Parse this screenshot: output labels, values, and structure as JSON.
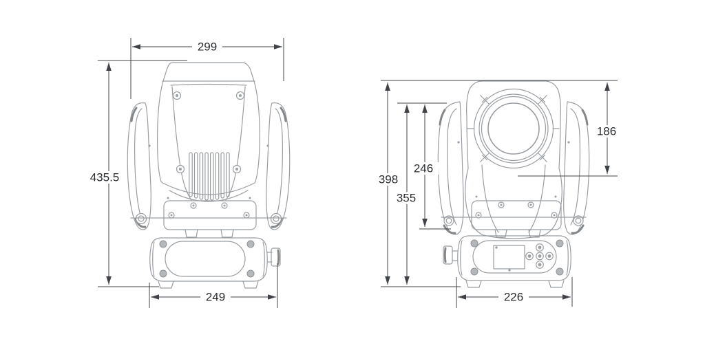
{
  "rear_view": {
    "dims": {
      "overall_width": "299",
      "overall_height": "435.5",
      "base_width": "249"
    }
  },
  "front_view": {
    "dims": {
      "overall_height": "398",
      "body_height": "355",
      "yoke_height": "246",
      "head_height": "186",
      "base_width": "226"
    }
  },
  "colors": {
    "outline": "#999da1",
    "dimension_line": "#3f4347",
    "label_text": "#2a2d30",
    "background": "#ffffff"
  }
}
